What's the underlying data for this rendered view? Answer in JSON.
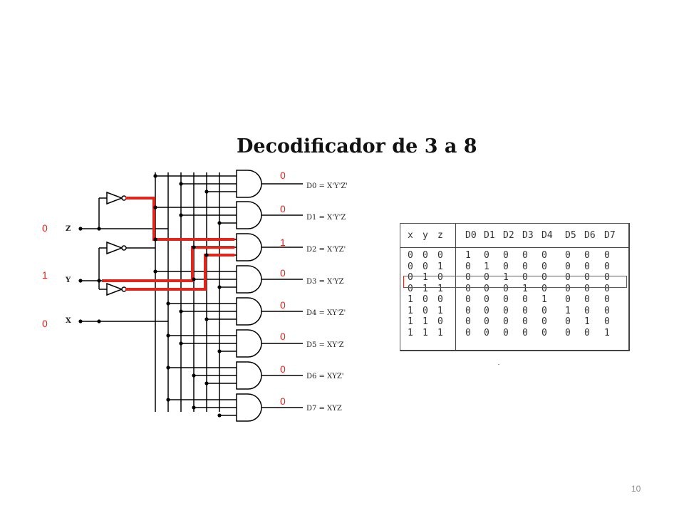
{
  "slide": {
    "title": "Decodificador de 3 a 8",
    "page_number": "10"
  },
  "inputs": [
    {
      "label": "Z",
      "value": "0"
    },
    {
      "label": "Y",
      "value": "1"
    },
    {
      "label": "X",
      "value": "0"
    }
  ],
  "outputs": [
    {
      "label": "D0 = X'Y'Z'",
      "value": "0"
    },
    {
      "label": "D1 = X'Y'Z",
      "value": "0"
    },
    {
      "label": "D2 = X'YZ'",
      "value": "1"
    },
    {
      "label": "D3 = X'YZ",
      "value": "0"
    },
    {
      "label": "D4 = XY'Z'",
      "value": "0"
    },
    {
      "label": "D5 = XY'Z",
      "value": "0"
    },
    {
      "label": "D6 = XYZ'",
      "value": "0"
    },
    {
      "label": "D7 = XYZ",
      "value": "0"
    }
  ],
  "truth_table": {
    "headers": [
      "x",
      "y",
      "z",
      "D0",
      "D1",
      "D2",
      "D3",
      "D4",
      "D5",
      "D6",
      "D7"
    ],
    "rows": [
      [
        "0",
        "0",
        "0",
        "1",
        "0",
        "0",
        "0",
        "0",
        "0",
        "0",
        "0"
      ],
      [
        "0",
        "0",
        "1",
        "0",
        "1",
        "0",
        "0",
        "0",
        "0",
        "0",
        "0"
      ],
      [
        "0",
        "1",
        "0",
        "0",
        "0",
        "1",
        "0",
        "0",
        "0",
        "0",
        "0"
      ],
      [
        "0",
        "1",
        "1",
        "0",
        "0",
        "0",
        "1",
        "0",
        "0",
        "0",
        "0"
      ],
      [
        "1",
        "0",
        "0",
        "0",
        "0",
        "0",
        "0",
        "1",
        "0",
        "0",
        "0"
      ],
      [
        "1",
        "0",
        "1",
        "0",
        "0",
        "0",
        "0",
        "0",
        "1",
        "0",
        "0"
      ],
      [
        "1",
        "1",
        "0",
        "0",
        "0",
        "0",
        "0",
        "0",
        "0",
        "1",
        "0"
      ],
      [
        "1",
        "1",
        "1",
        "0",
        "0",
        "0",
        "0",
        "0",
        "0",
        "0",
        "1"
      ]
    ],
    "highlighted_row": 2
  },
  "colors": {
    "highlight": "#e1251b",
    "wire": "#000000",
    "active_path": "#e1251b",
    "page_number": "#8c8c8c"
  }
}
